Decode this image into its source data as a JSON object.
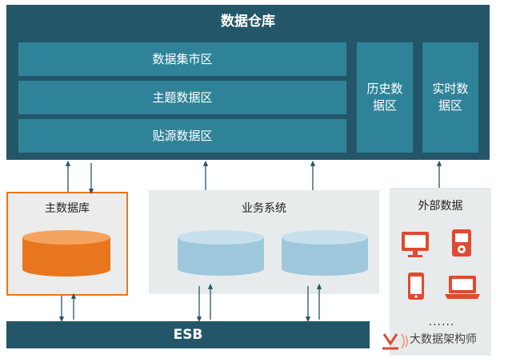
{
  "warehouse": {
    "title": "数据仓库",
    "zones": {
      "mart": "数据集市区",
      "subject": "主题数据区",
      "source": "贴源数据区",
      "history": "历史数据区",
      "realtime": "实时数据区"
    }
  },
  "master_db": {
    "title": "主数据库"
  },
  "business_system": {
    "title": "业务系统"
  },
  "external": {
    "title": "外部数据",
    "more": "......"
  },
  "esb": {
    "label": "ESB"
  },
  "watermark": {
    "text": "大数据架构师"
  },
  "colors": {
    "dark_teal": "#24566a",
    "teal": "#2f8399",
    "orange": "#e8761e",
    "light_blue": "#9ec7dc",
    "red": "#e04a2f"
  }
}
